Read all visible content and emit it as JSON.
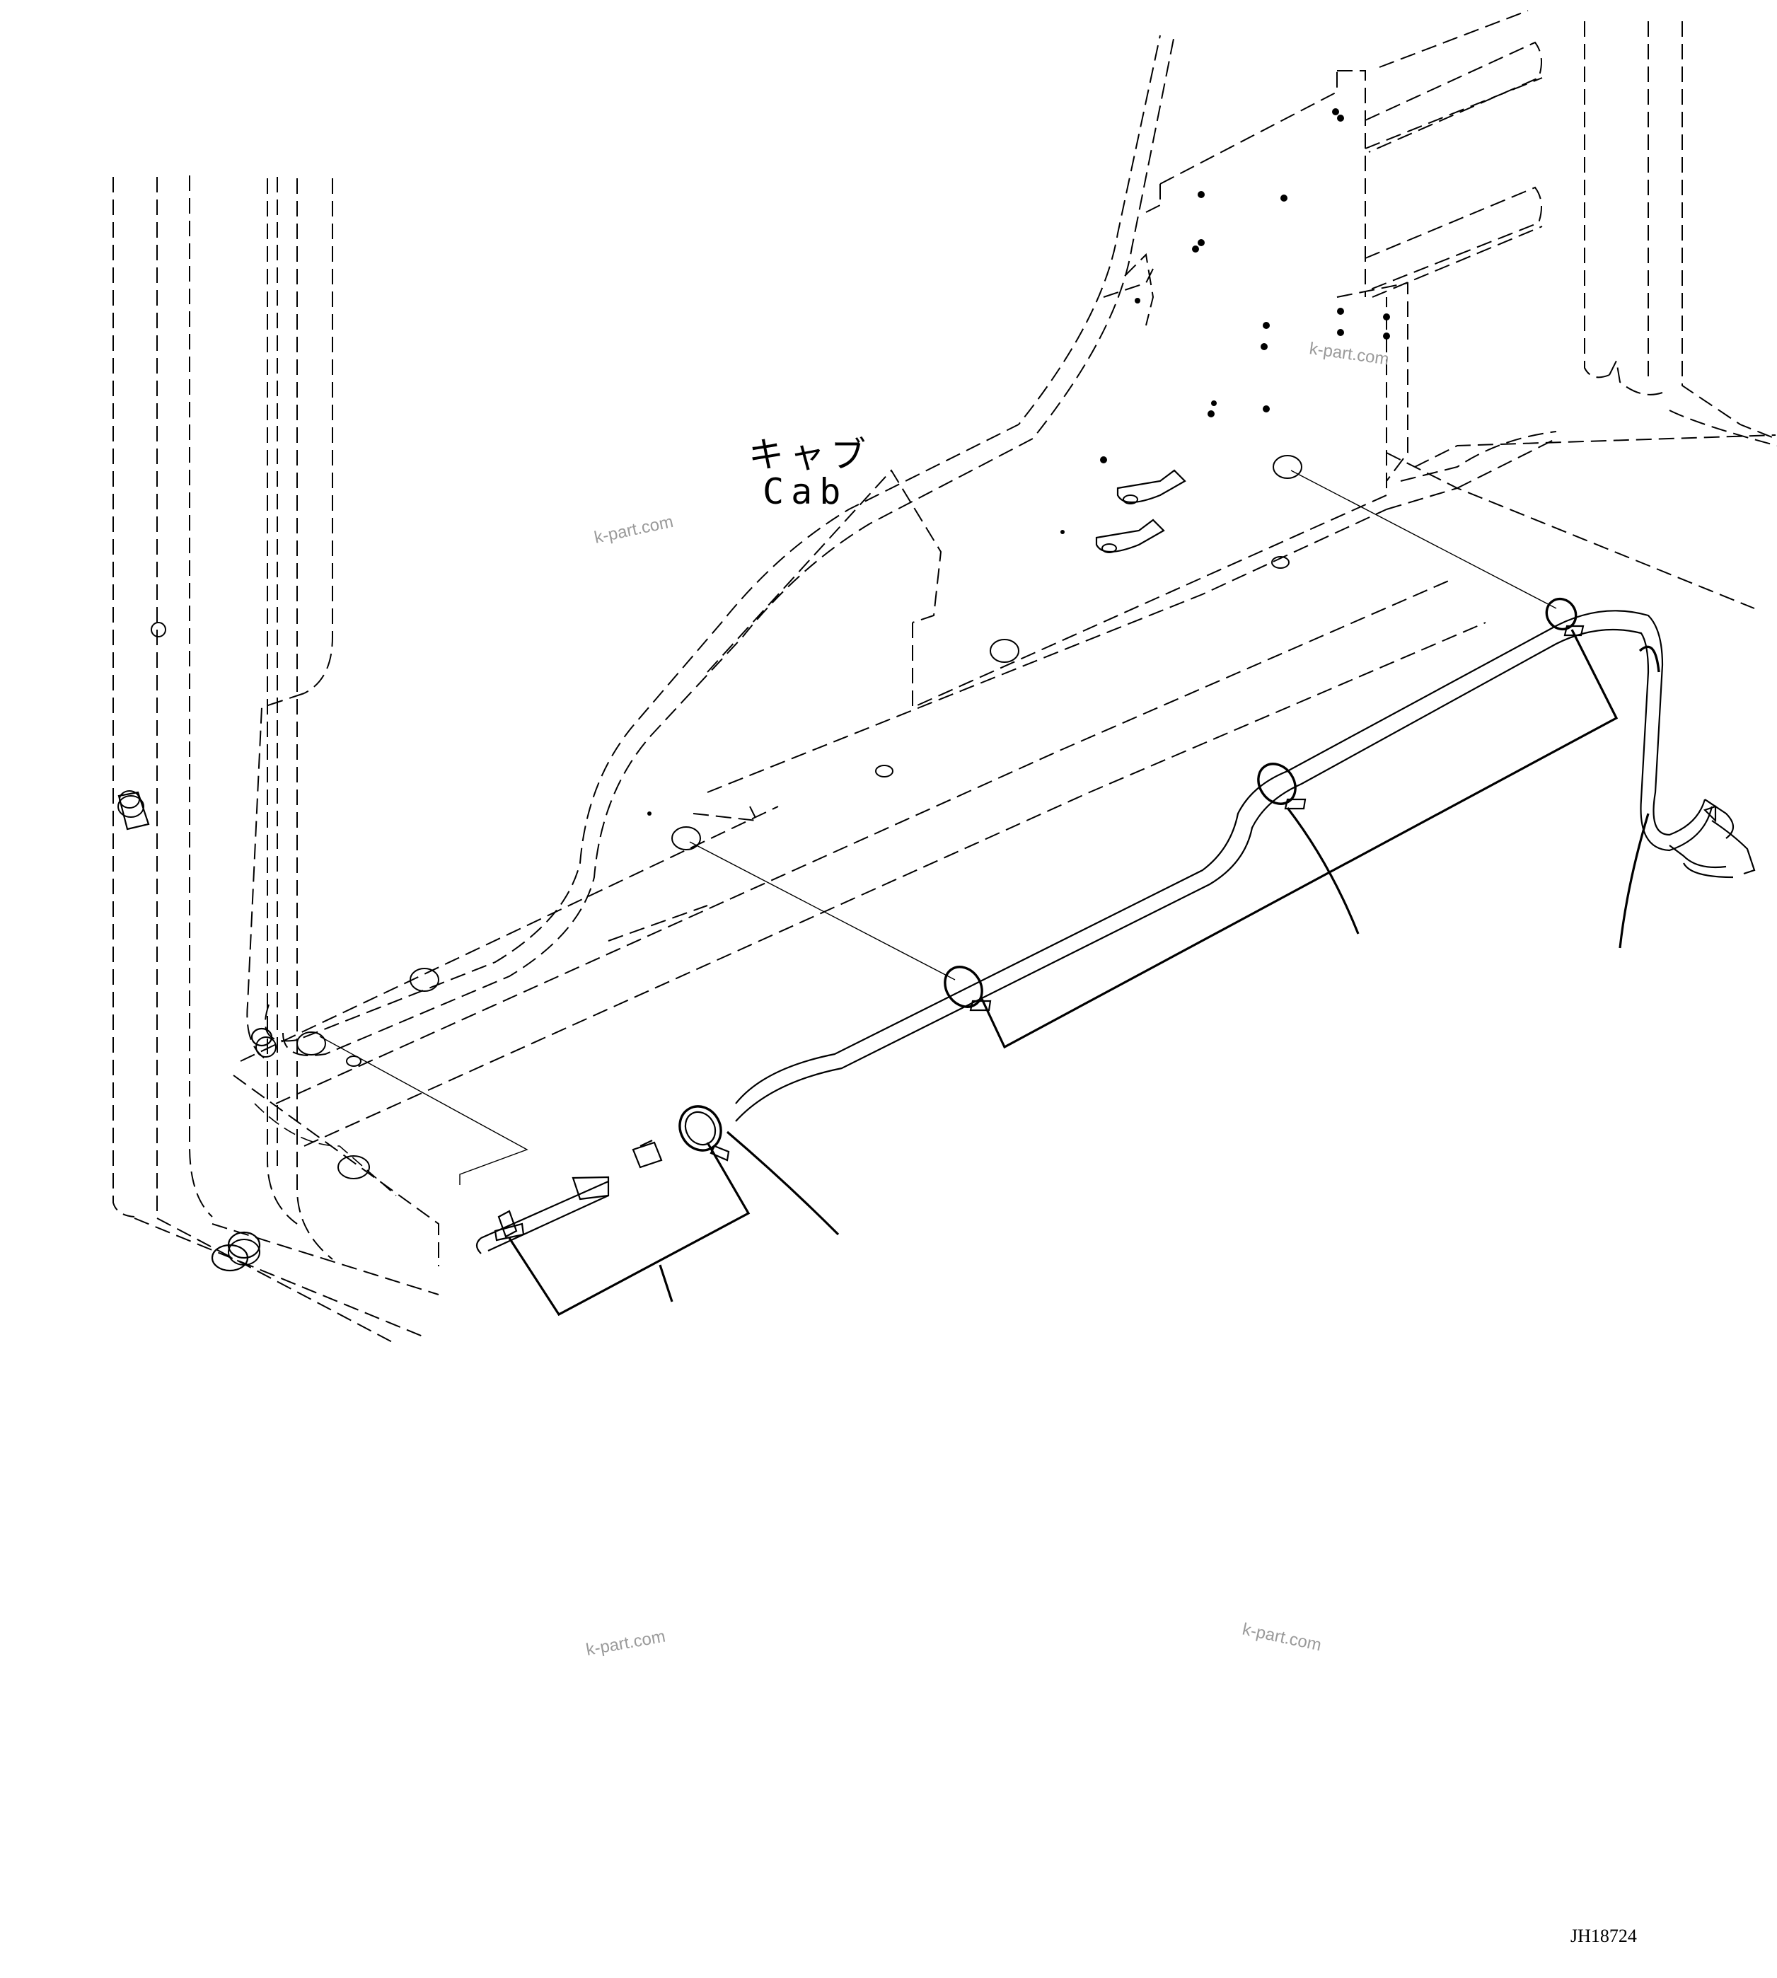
{
  "labels": {
    "cab_jp": "キャブ",
    "cab_en": "Cab",
    "drawing_code": "JH18724"
  },
  "watermarks": [
    "k-part.com",
    "k-part.com",
    "k-part.com",
    "k-part.com"
  ]
}
